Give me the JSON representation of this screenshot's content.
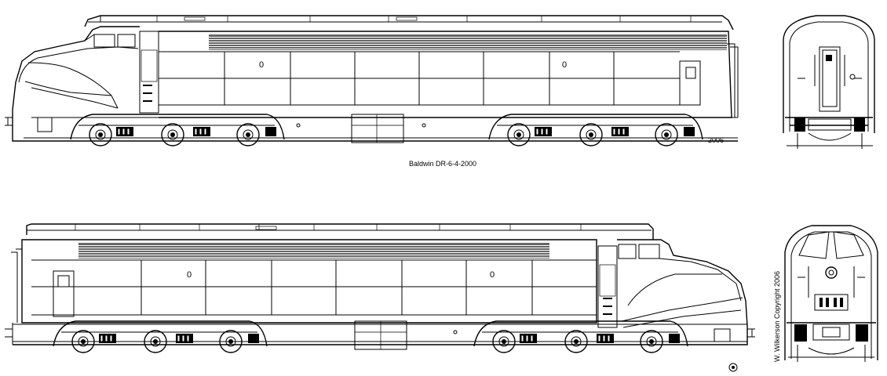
{
  "drawing": {
    "caption": "Baldwin DR-6-4-2000",
    "year_mark": "2006",
    "copyright": "W. Wilkerson Copyright 2006",
    "top_view": {
      "panel_number_left": "0",
      "panel_number_right": "0"
    },
    "bottom_view": {
      "panel_number_left": "0",
      "panel_number_right": "0"
    }
  }
}
